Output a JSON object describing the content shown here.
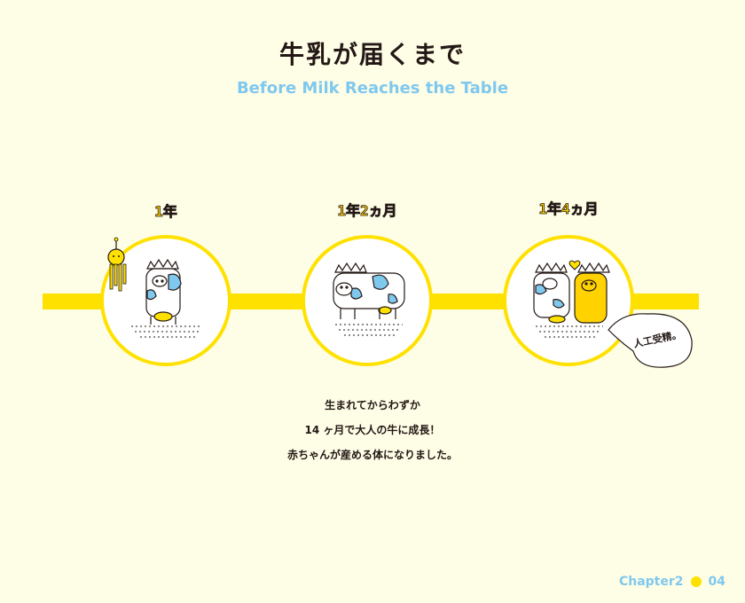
{
  "header": {
    "title": "牛乳が届くまで",
    "subtitle": "Before Milk Reaches the Table"
  },
  "timeline": {
    "stages": [
      {
        "label": "1年",
        "illustration": "cow-with-crown-and-calf-drawing"
      },
      {
        "label": "1年2ヵ月",
        "illustration": "spotted-cow-with-crown-drawing"
      },
      {
        "label": "1年4ヵ月",
        "illustration": "two-cows-with-crowns-and-heart-drawing"
      }
    ],
    "speech_bubble": "人工受精。"
  },
  "caption": {
    "lines": [
      "生まれてからわずか",
      "14 ヶ月で大人の牛に成長！",
      "赤ちゃんが産める体になりました。"
    ]
  },
  "footer": {
    "chapter": "Chapter2",
    "page": "04"
  },
  "colors": {
    "background": "#fefde6",
    "accent_yellow": "#ffe100",
    "accent_blue": "#7fc8ee",
    "ink": "#231815"
  }
}
